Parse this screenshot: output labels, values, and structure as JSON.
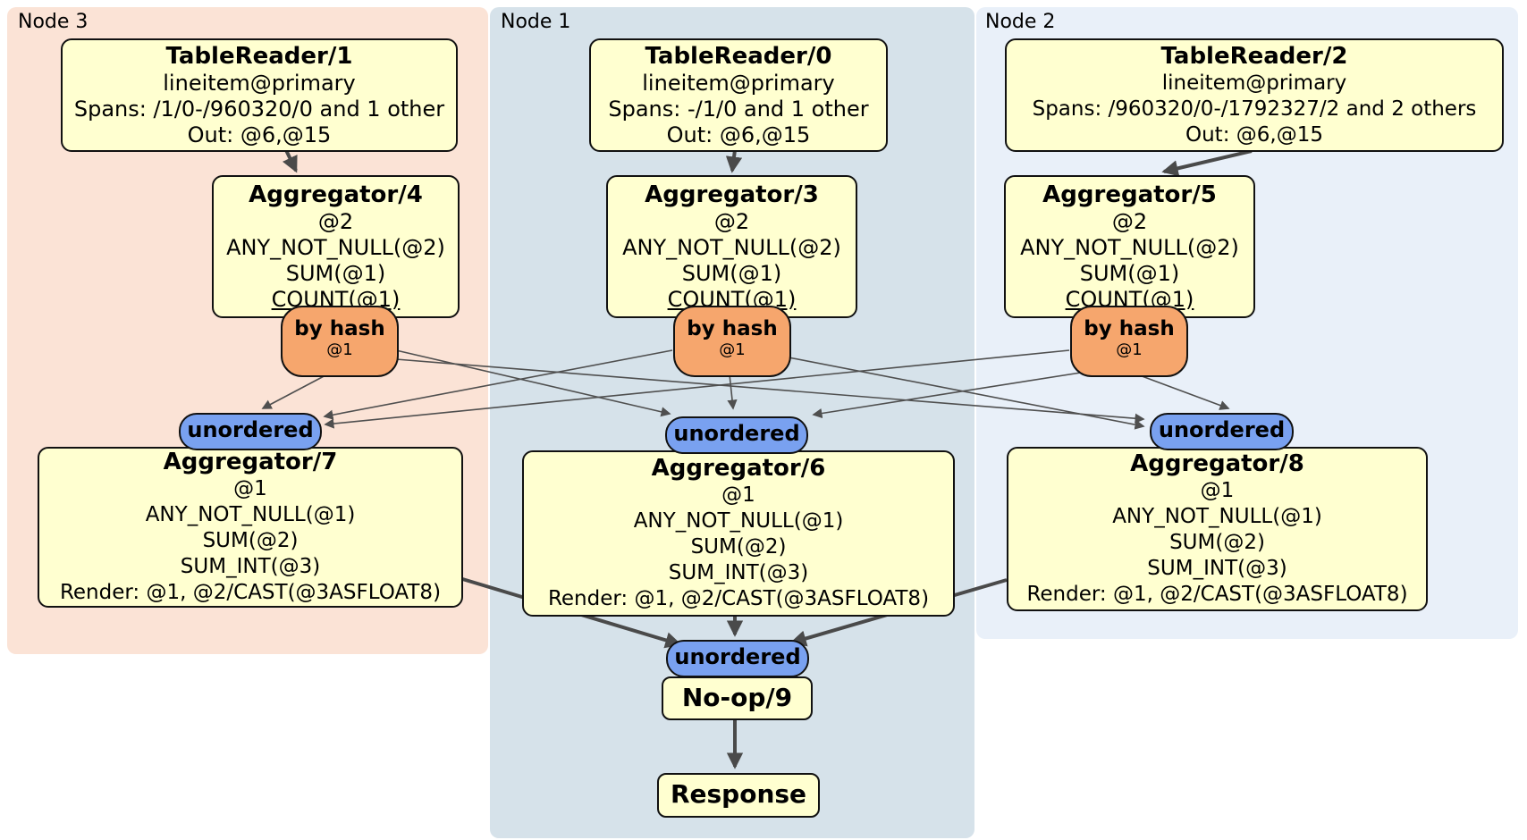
{
  "colors": {
    "node3_bg": "#fbe3d6",
    "node1_bg": "#d6e2ea",
    "node2_bg": "#e9f0f9",
    "processor_box_bg": "#ffffd0",
    "router_bg": "#f6a66d",
    "sync_bg": "#79a1f0",
    "edge": "#4a4a4a"
  },
  "nodes": {
    "node3": {
      "label": "Node 3",
      "tablereader": {
        "title": "TableReader/1",
        "table": "lineitem@primary",
        "spans": "Spans: /1/0-/960320/0 and 1 other",
        "out": "Out: @6,@15"
      },
      "aggregator_top": {
        "title": "Aggregator/4",
        "group": "@2",
        "fn1": "ANY_NOT_NULL(@2)",
        "fn2": "SUM(@1)",
        "fn3": "COUNT(@1)"
      },
      "router": {
        "label": "by hash",
        "key": "@1"
      },
      "sync": {
        "label": "unordered"
      },
      "aggregator_bottom": {
        "title": "Aggregator/7",
        "group": "@1",
        "fn1": "ANY_NOT_NULL(@1)",
        "fn2": "SUM(@2)",
        "fn3": "SUM_INT(@3)",
        "render": "Render: @1, @2/CAST(@3ASFLOAT8)"
      }
    },
    "node1": {
      "label": "Node 1",
      "tablereader": {
        "title": "TableReader/0",
        "table": "lineitem@primary",
        "spans": "Spans: -/1/0 and 1 other",
        "out": "Out: @6,@15"
      },
      "aggregator_top": {
        "title": "Aggregator/3",
        "group": "@2",
        "fn1": "ANY_NOT_NULL(@2)",
        "fn2": "SUM(@1)",
        "fn3": "COUNT(@1)"
      },
      "router": {
        "label": "by hash",
        "key": "@1"
      },
      "sync": {
        "label": "unordered"
      },
      "aggregator_bottom": {
        "title": "Aggregator/6",
        "group": "@1",
        "fn1": "ANY_NOT_NULL(@1)",
        "fn2": "SUM(@2)",
        "fn3": "SUM_INT(@3)",
        "render": "Render: @1, @2/CAST(@3ASFLOAT8)"
      }
    },
    "node2": {
      "label": "Node 2",
      "tablereader": {
        "title": "TableReader/2",
        "table": "lineitem@primary",
        "spans": "Spans: /960320/0-/1792327/2 and 2 others",
        "out": "Out: @6,@15"
      },
      "aggregator_top": {
        "title": "Aggregator/5",
        "group": "@2",
        "fn1": "ANY_NOT_NULL(@2)",
        "fn2": "SUM(@1)",
        "fn3": "COUNT(@1)"
      },
      "router": {
        "label": "by hash",
        "key": "@1"
      },
      "sync": {
        "label": "unordered"
      },
      "aggregator_bottom": {
        "title": "Aggregator/8",
        "group": "@1",
        "fn1": "ANY_NOT_NULL(@1)",
        "fn2": "SUM(@2)",
        "fn3": "SUM_INT(@3)",
        "render": "Render: @1, @2/CAST(@3ASFLOAT8)"
      }
    }
  },
  "final": {
    "sync": "unordered",
    "noop": "No-op/9",
    "response": "Response"
  }
}
